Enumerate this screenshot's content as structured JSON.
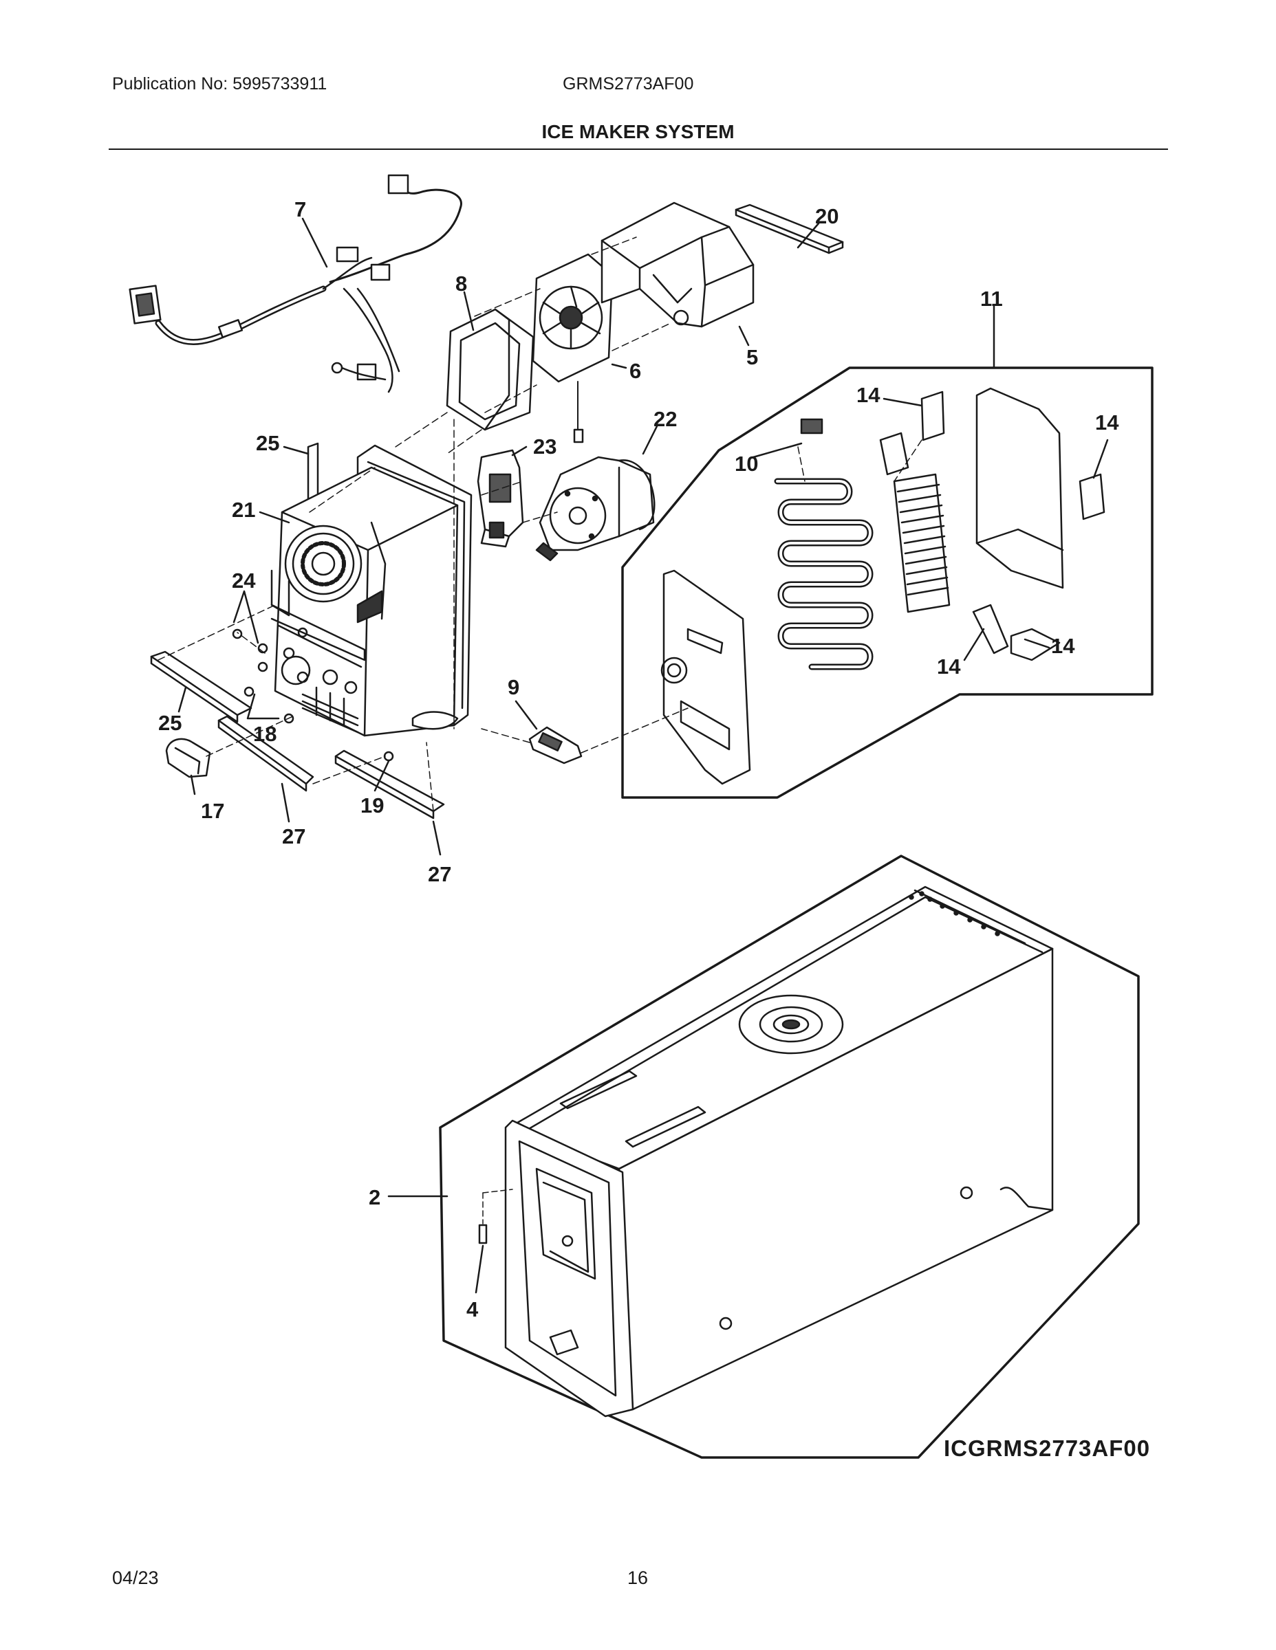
{
  "header": {
    "publication": "Publication No: 5995733911",
    "model": "GRMS2773AF00",
    "title": "ICE MAKER SYSTEM"
  },
  "callouts": {
    "c7": "7",
    "c8": "8",
    "c6": "6",
    "c5": "5",
    "c20": "20",
    "c11": "11",
    "c25a": "25",
    "c23": "23",
    "c22": "22",
    "c21": "21",
    "c24": "24",
    "c14a": "14",
    "c14b": "14",
    "c14c": "14",
    "c14d": "14",
    "c10": "10",
    "c9": "9",
    "c25b": "25",
    "c18": "18",
    "c17": "17",
    "c27a": "27",
    "c19": "19",
    "c27b": "27",
    "c2": "2",
    "c4": "4"
  },
  "image_code": "ICGRMS2773AF00",
  "footer": {
    "date": "04/23",
    "page": "16"
  }
}
